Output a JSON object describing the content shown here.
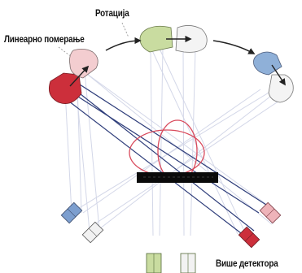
{
  "labels": {
    "rotation": "Ротација",
    "linear_shift": "Линеарно померање",
    "multiple_detectors": "Више детектора"
  },
  "colors": {
    "source_red": "#cc2f3b",
    "source_pink": "#f3cdd0",
    "source_green": "#c9dca0",
    "source_blue": "#8fb0d8",
    "source_light": "#f4f4f4",
    "ray_blue": "#2e3d7a",
    "ray_light": "#c9cfe6",
    "object_ring": "#d94a5c",
    "slab": "#0a0a0a",
    "det_blue": "#7d9fcf",
    "det_red": "#cc2f3b",
    "det_pink": "#eeb3b9",
    "det_green": "#c9dca0",
    "det_light": "#f2f2f2"
  }
}
